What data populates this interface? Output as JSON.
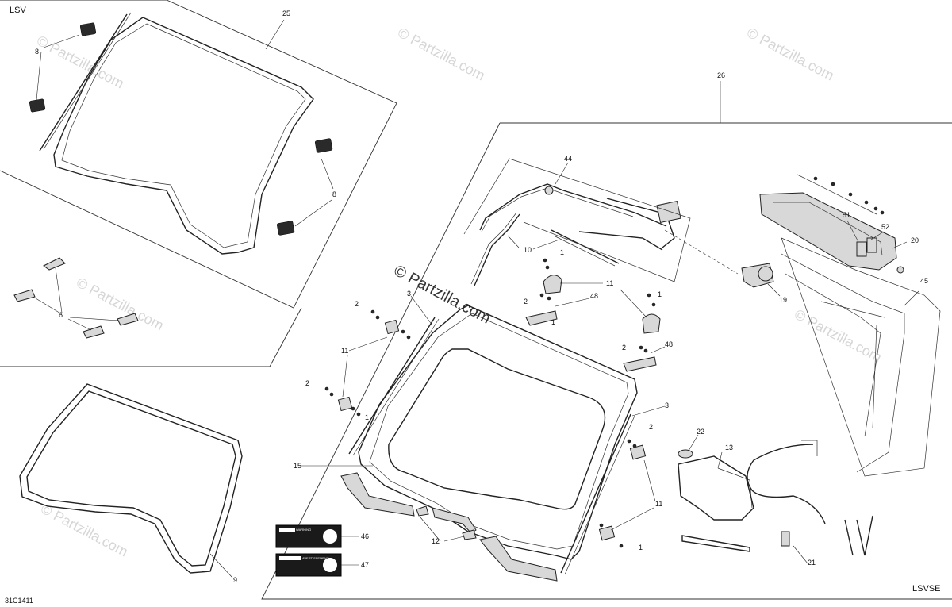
{
  "diagram": {
    "corner_labels": {
      "top_left": "LSV",
      "bottom_left": "31C1411",
      "bottom_right": "LSVSE"
    },
    "watermark_text": "© Partzilla.com",
    "callouts": {
      "c25": "25",
      "c26": "26",
      "c8a": "8",
      "c8b": "8",
      "c6": "6",
      "c9": "9",
      "c44": "44",
      "c10": "10",
      "c11a": "11",
      "c11b": "11",
      "c11c": "11",
      "c1a": "1",
      "c1b": "1",
      "c1c": "1",
      "c1d": "1",
      "c1e": "1",
      "c2a": "2",
      "c2b": "2",
      "c2c": "2",
      "c2d": "2",
      "c2e": "2",
      "c48a": "48",
      "c48b": "48",
      "c3a": "3",
      "c3b": "3",
      "c15": "15",
      "c12": "12",
      "c46": "46",
      "c47": "47",
      "c22": "22",
      "c13": "13",
      "c21": "21",
      "c19": "19",
      "c20": "20",
      "c51": "51",
      "c52": "52",
      "c45": "45"
    },
    "decals": {
      "warning": "WARNING",
      "avertissement": "AVERTISSEMENT"
    }
  }
}
